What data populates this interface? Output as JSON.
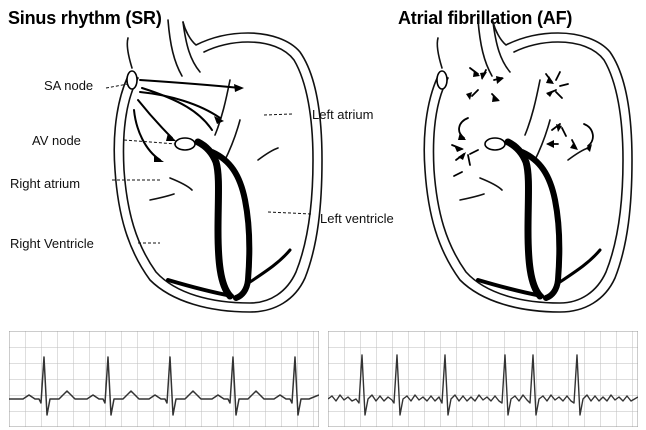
{
  "titles": {
    "left": "Sinus rhythm (SR)",
    "right": "Atrial fibrillation (AF)"
  },
  "labels": {
    "sa_node": "SA node",
    "av_node": "AV node",
    "right_atrium": "Right atrium",
    "right_ventricle": "Right Ventricle",
    "left_atrium": "Left atrium",
    "left_ventricle": "Left ventricle"
  },
  "colors": {
    "ink": "#111111",
    "ecg_grid": "#bdbdbd",
    "ecg_trace": "#333333"
  }
}
